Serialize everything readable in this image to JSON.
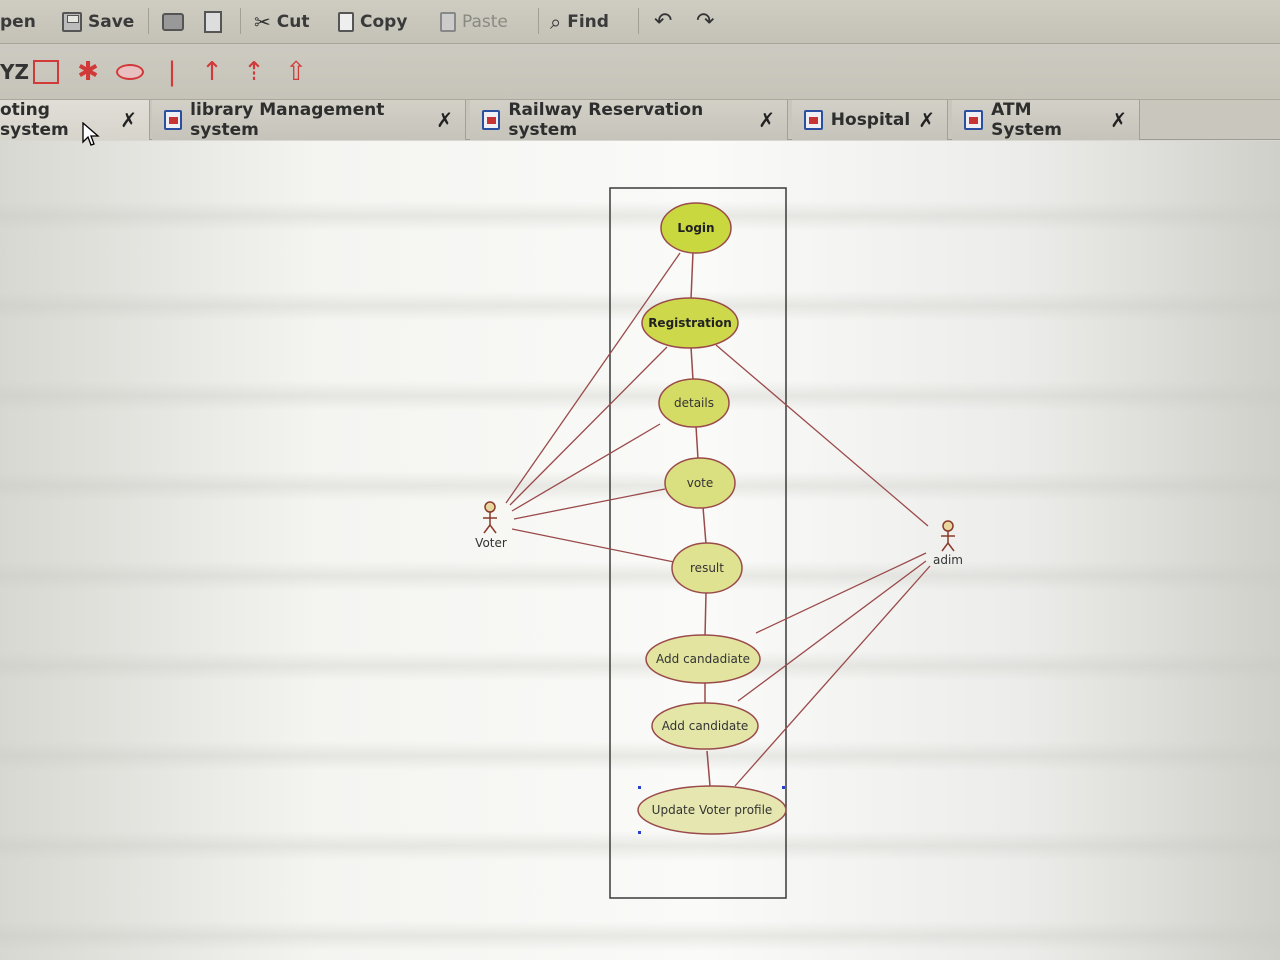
{
  "toolbar": {
    "open_label": "pen",
    "save_label": "Save",
    "cut_label": "Cut",
    "copy_label": "Copy",
    "paste_label": "Paste",
    "find_label": "Find"
  },
  "toolbar2": {
    "xyz_label": "YZ"
  },
  "tabs": [
    {
      "label": "oting system",
      "active": true
    },
    {
      "label": "library Management system"
    },
    {
      "label": "Railway Reservation system"
    },
    {
      "label": "Hospital"
    },
    {
      "label": "ATM System"
    }
  ],
  "diagram": {
    "actors": {
      "voter": "Voter",
      "admin": "adim"
    },
    "use_cases": {
      "login": "Login",
      "registration": "Registration",
      "details": "details",
      "vote": "vote",
      "result": "result",
      "add_candadiate": "Add candadiate",
      "add_candidate": "Add candidate",
      "update_voter_profile": "Update Voter profile"
    }
  },
  "colors": {
    "use_case_bright": "#c9d83e",
    "use_case_pale": "#e4e6a8",
    "link": "#9a4a4a",
    "actor": "#8a3a2a"
  }
}
